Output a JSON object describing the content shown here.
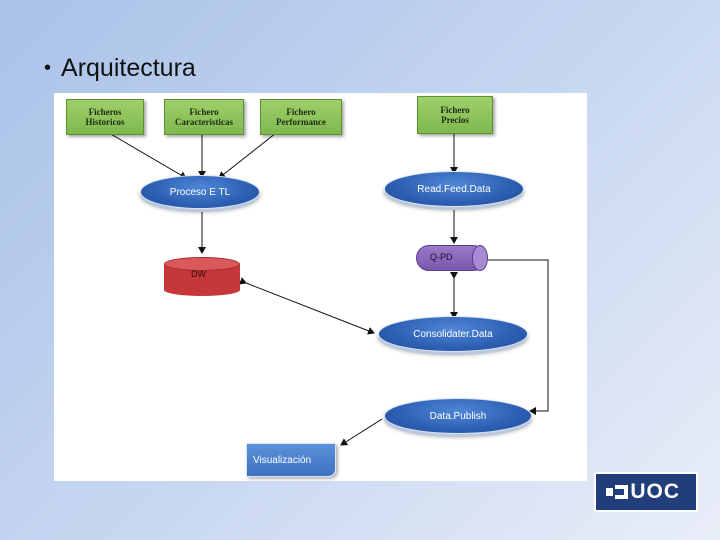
{
  "slide": {
    "bullet": "•",
    "title": "Arquitectura"
  },
  "diagram": {
    "inputs": [
      {
        "line1": "Ficheros",
        "line2": "Historicos"
      },
      {
        "line1": "Fichero",
        "line2": "Caracteristicas"
      },
      {
        "line1": "Fichero",
        "line2": "Performance"
      },
      {
        "line1": "Fichero",
        "line2": "Precios"
      }
    ],
    "processes": {
      "etl": "Proceso E TL",
      "read_feed": "Read.Feed.Data",
      "consolidater": "Consolidater.Data",
      "publish": "Data.Publish"
    },
    "database": "DW",
    "queue": "Q-PD",
    "output": "Visualización"
  },
  "logo": {
    "text": "UOC"
  },
  "colors": {
    "process_blue": "#2c5fb3",
    "input_green": "#8cc35a",
    "db_red": "#c6373a",
    "queue_purple": "#8a68bd",
    "logo_navy": "#223e7a"
  }
}
